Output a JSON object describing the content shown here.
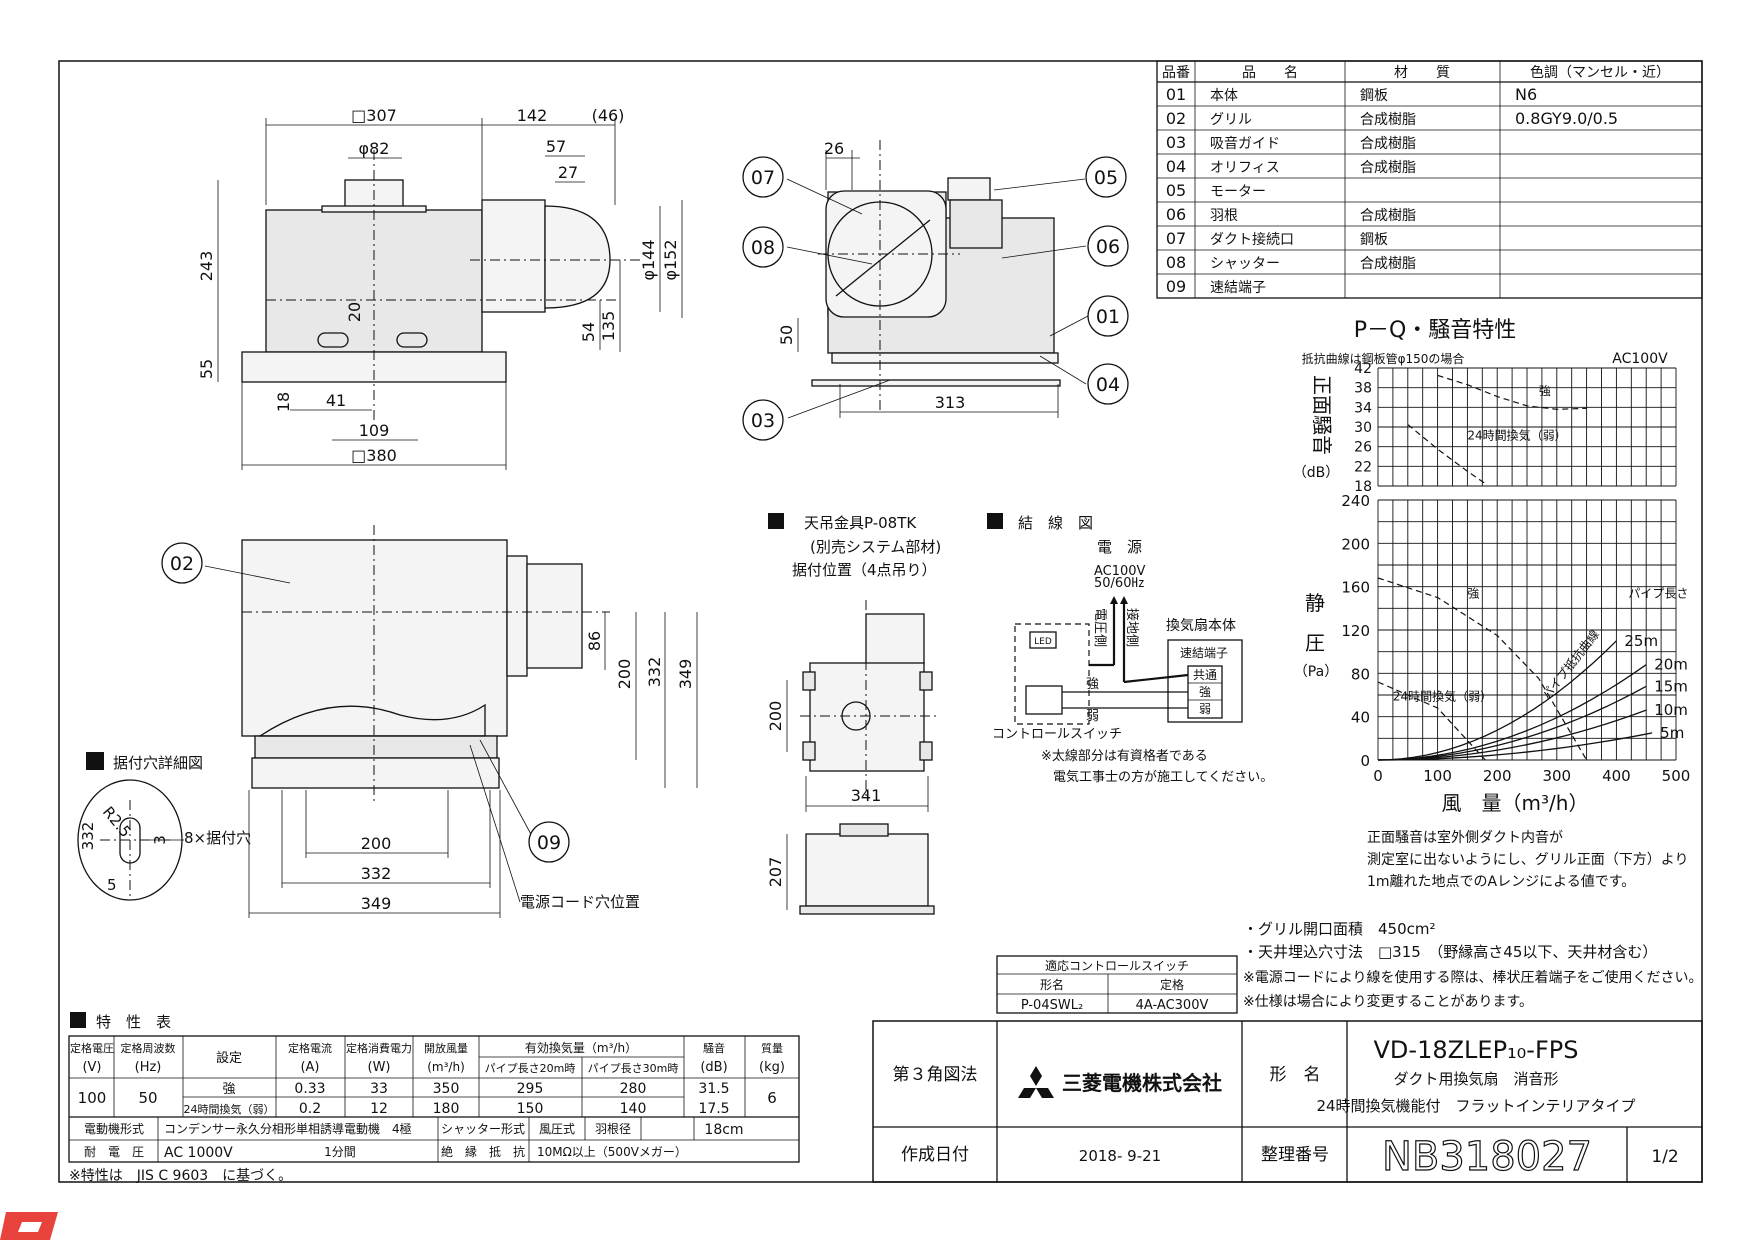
{
  "parts_table": {
    "headers": [
      "品番",
      "品　　名",
      "材　　質",
      "色調（マンセル・近）"
    ],
    "rows": [
      [
        "01",
        "本体",
        "鋼板",
        "N6"
      ],
      [
        "02",
        "グリル",
        "合成樹脂",
        "0.8GY9.0/0.5"
      ],
      [
        "03",
        "吸音ガイド",
        "合成樹脂",
        ""
      ],
      [
        "04",
        "オリフィス",
        "合成樹脂",
        ""
      ],
      [
        "05",
        "モーター",
        "",
        ""
      ],
      [
        "06",
        "羽根",
        "合成樹脂",
        ""
      ],
      [
        "07",
        "ダクト接続口",
        "鋼板",
        ""
      ],
      [
        "08",
        "シャッター",
        "合成樹脂",
        ""
      ],
      [
        "09",
        "速結端子",
        "",
        ""
      ]
    ]
  },
  "callouts": [
    "01",
    "02",
    "03",
    "04",
    "05",
    "06",
    "07",
    "08",
    "09"
  ],
  "dims_side": {
    "d307": "□307",
    "d142": "142",
    "d46": "(46)",
    "d82": "φ82",
    "d57": "57",
    "d27": "27",
    "d243": "243",
    "d20": "20",
    "d144": "φ144",
    "d152": "φ152",
    "d54": "54",
    "d135": "135",
    "d55": "55",
    "d18": "18",
    "d41": "41",
    "d109": "109",
    "d380": "□380"
  },
  "dims_front": {
    "d26": "26",
    "d50": "50",
    "d313": "313"
  },
  "dims_bottom": {
    "d86": "86",
    "d200v": "200",
    "d332v": "332",
    "d349v": "349",
    "d200": "200",
    "d332": "332",
    "d349": "349",
    "cord_hole": "電源コード穴位置"
  },
  "detail": {
    "title": "据付穴詳細図",
    "r": "R2.5",
    "d332": "332",
    "d3": "3",
    "d5": "5",
    "holes": "8×据付穴"
  },
  "bracket": {
    "title1": "天吊金具P-08TK",
    "title2": "(別売システム部材)",
    "title3": "据付位置（4点吊り）",
    "d200": "200",
    "d341": "341",
    "d207": "207"
  },
  "wiring": {
    "title": "結　線　図",
    "power": "電　源",
    "voltage": "AC100V",
    "freq": "50/60㎐",
    "live": "電圧側",
    "ground": "接地側",
    "unit": "換気扇本体",
    "terminal": "速結端子",
    "common": "共通",
    "strong": "強",
    "weak": "弱",
    "led": "LED",
    "switch": "コントロールスイッチ",
    "note1": "※太線部分は有資格者である",
    "note2": "電気工事士の方が施工してください。"
  },
  "pq_chart": {
    "title": "P－Q・騒音特性",
    "subtitle": "抵抗曲線は鋼板管φ150の場合",
    "supply": "AC100V",
    "noise_label": "正面騒音",
    "noise_unit": "（dB）",
    "press_label1": "静",
    "press_label2": "圧",
    "press_unit": "（Pa）",
    "xlabel": "風　量（m³/h）",
    "pipe_label": "パイプ長さ",
    "resist_label": "パイプ抵抗曲線",
    "strong": "強",
    "mode24": "24時間換気（弱）",
    "noise_note": [
      "正面騒音は室外側ダクト内音が",
      "測定室に出ないようにし、グリル正面（下方）より",
      "1m離れた地点でのAレンジによる値です。"
    ]
  },
  "chart_data": {
    "type": "line",
    "noise": {
      "yticks": [
        18,
        22,
        26,
        30,
        34,
        38,
        42
      ],
      "ylim": [
        18,
        42
      ],
      "series": [
        {
          "name": "強",
          "x": [
            100,
            150,
            200,
            250,
            300,
            350
          ],
          "y": [
            40.5,
            38.6,
            36.2,
            34.3,
            33.6,
            33.8
          ]
        },
        {
          "name": "24時間換気（弱）",
          "x": [
            50,
            100,
            150,
            180
          ],
          "y": [
            30.5,
            25.5,
            21,
            18.5
          ]
        }
      ]
    },
    "pressure": {
      "xticks": [
        0,
        100,
        200,
        300,
        400,
        500
      ],
      "xlim": [
        0,
        500
      ],
      "yticks": [
        0,
        40,
        80,
        120,
        160,
        200,
        240
      ],
      "ylim": [
        0,
        240
      ],
      "series": [
        {
          "name": "強",
          "x": [
            0,
            100,
            200,
            270,
            350
          ],
          "y": [
            168,
            150,
            115,
            75,
            0
          ]
        },
        {
          "name": "24時間換気（弱）",
          "x": [
            0,
            100,
            180
          ],
          "y": [
            72,
            48,
            0
          ]
        }
      ],
      "resistance_curves": [
        {
          "name": "25m",
          "end_q": 400,
          "end_p": 110
        },
        {
          "name": "20m",
          "end_q": 450,
          "end_p": 88
        },
        {
          "name": "15m",
          "end_q": 450,
          "end_p": 68
        },
        {
          "name": "10m",
          "end_q": 450,
          "end_p": 46
        },
        {
          "name": "5m",
          "end_q": 460,
          "end_p": 25
        }
      ]
    }
  },
  "switch_table": {
    "title": "適応コントロールスイッチ",
    "h1": "形名",
    "h2": "定格",
    "model": "P-04SWL₂",
    "rating": "4A-AC300V"
  },
  "specs_notes": [
    "・グリル開口面積　450cm²",
    "・天井埋込穴寸法　□315　（野縁高さ45以下、天井材含む）",
    "※電源コードにより線を使用する際は、棒状圧着端子をご使用ください。",
    "※仕様は場合により変更することがあります。"
  ],
  "char_table": {
    "title": "特　性　表",
    "h_voltage": "定格電圧（V）",
    "h_freq": "定格周波数（Hz）",
    "h_setting": "設定",
    "h_current": "定格電流（A）",
    "h_power": "定格消費電力（W）",
    "h_air": "開放風量（m³/h）",
    "h_eff": "有効換気量（m³/h）",
    "h_eff20": "パイプ長さ20m時",
    "h_eff30": "パイプ長さ30m時",
    "h_noise": "騒音（dB）",
    "h_mass": "質量（kg）",
    "voltage": "100",
    "freq": "50",
    "mass": "6",
    "rows": [
      {
        "setting": "強",
        "current": "0.33",
        "power": "33",
        "air": "350",
        "eff20": "295",
        "eff30": "280",
        "noise": "31.5"
      },
      {
        "setting": "24時間換気（弱）",
        "current": "0.2",
        "power": "12",
        "air": "180",
        "eff20": "150",
        "eff30": "140",
        "noise": "17.5"
      }
    ],
    "motor_label": "電動機形式",
    "motor": "コンデンサー永久分相形単相誘導電動機　4極",
    "shutter_label": "シャッター形式",
    "shutter": "風圧式",
    "blade_label": "羽根径",
    "blade": "18cm",
    "withstand_label": "耐　電　圧",
    "withstand": "AC 1000V",
    "withstand_time": "1分間",
    "insulation_label": "絶　縁　抵　抗",
    "insulation": "10MΩ以上（500Vメガー）",
    "footnote": "※特性は　JIS C 9603　に基づく。"
  },
  "title_block": {
    "projection": "第３角図法",
    "company": "三菱電機株式会社",
    "model_label": "形　名",
    "model": "VD-18ZLEP₁₀-FPS",
    "desc1": "ダクト用換気扇　消音形",
    "desc2": "24時間換気機能付　フラットインテリアタイプ",
    "date_label": "作成日付",
    "date": "2018- 9-21",
    "number_label": "整理番号",
    "number": "NB318027",
    "page": "1/2"
  },
  "colors": {
    "ink": "#111111",
    "mark": "#e8423c"
  }
}
